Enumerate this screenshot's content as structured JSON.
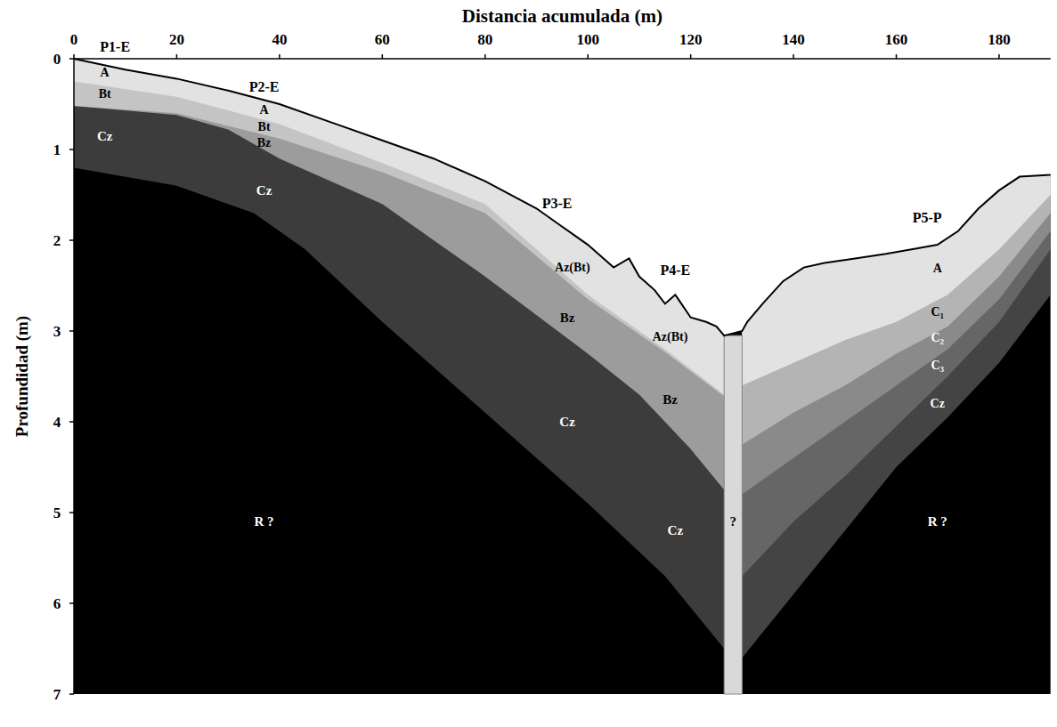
{
  "diagram": {
    "labels": [
      "Distancia acumulada (m)",
      "0",
      "20",
      "40",
      "60",
      "80",
      "100",
      "120",
      "140",
      "160",
      "180",
      "0",
      "1",
      "2",
      "3",
      "4",
      "5",
      "6",
      "7",
      "Profundidad (m)",
      "P1-E",
      "A",
      "Bt",
      "Cz",
      "P2-E",
      "A",
      "Bt",
      "Bz",
      "Cz",
      "P3-E",
      "Az(Bt)",
      "Bz",
      "Cz",
      "P4-E",
      "Az(Bt)",
      "Bz",
      "Cz",
      "?",
      "R ?",
      "R ?",
      "P5-P",
      "A",
      "C₁",
      "C₂",
      "C₃",
      "Cz"
    ]
  }
}
